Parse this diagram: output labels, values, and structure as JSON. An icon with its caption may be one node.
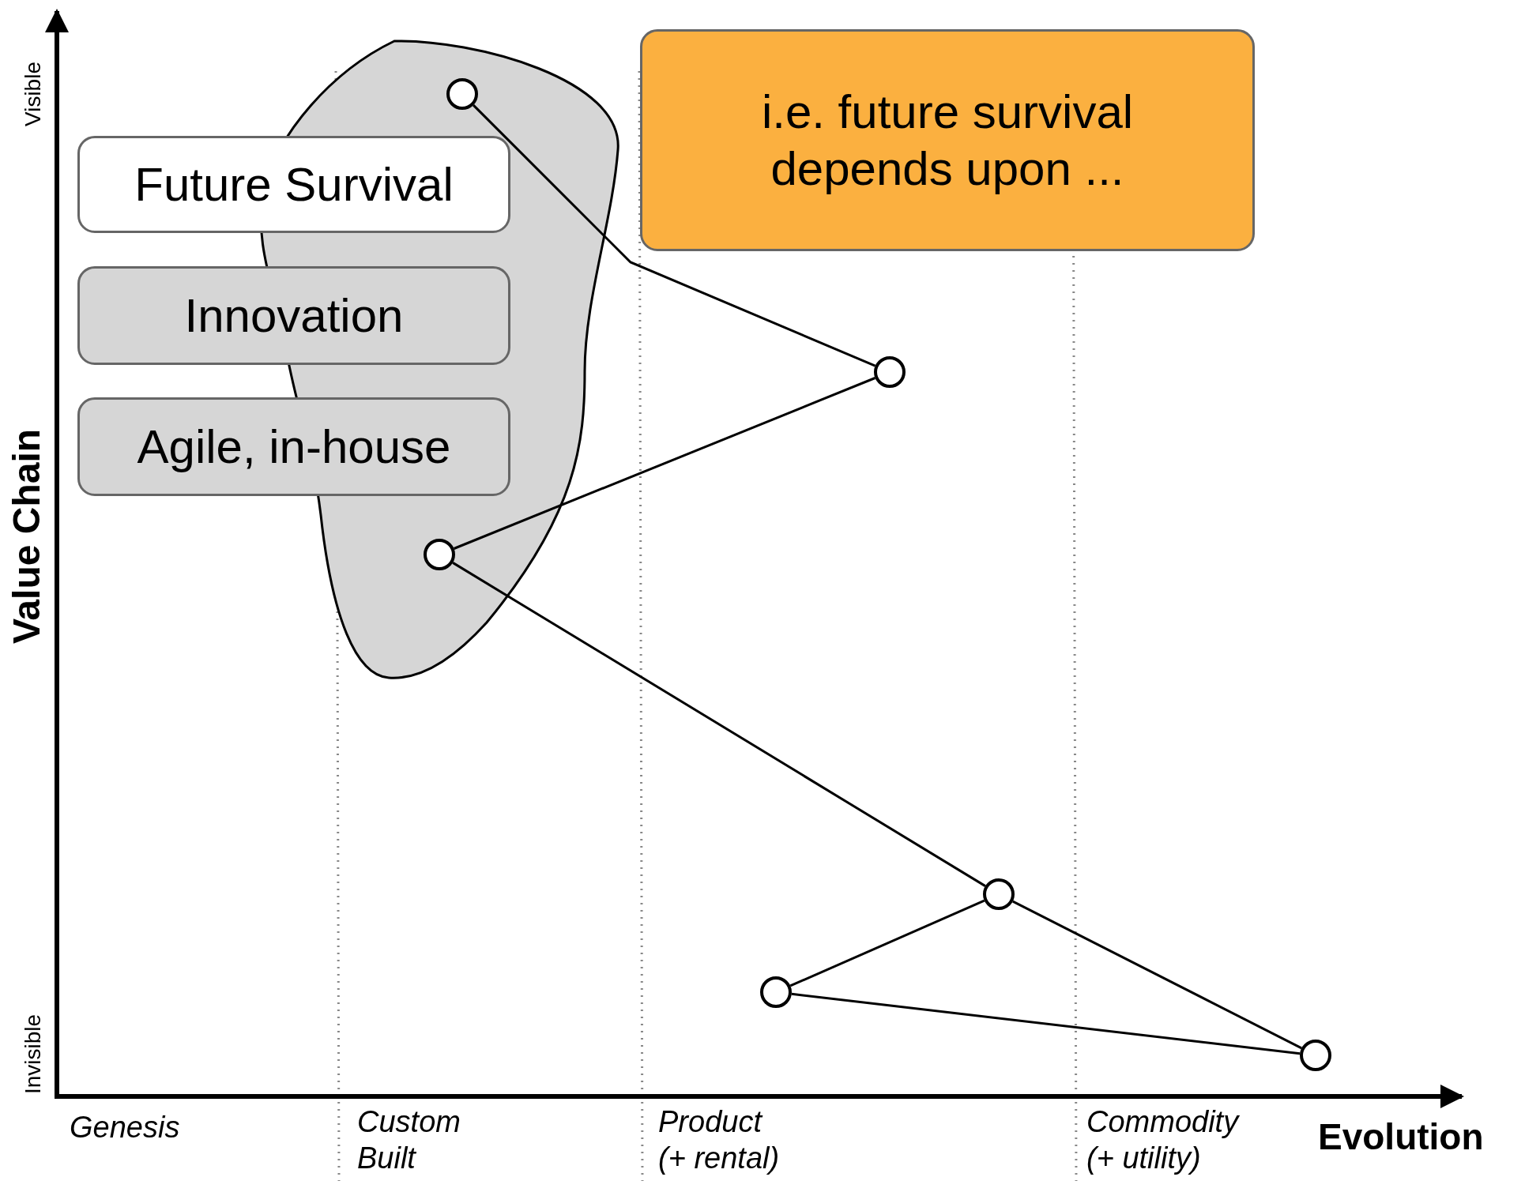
{
  "diagram": {
    "nodes": [
      {
        "text": [
          "Future Survival"
        ]
      },
      {
        "text": [
          "Innovation"
        ]
      },
      {
        "text": [
          "Agile, in-house"
        ]
      },
      {
        "text": [
          "i.e. future survival depends upon ..."
        ]
      },
      {
        "text": [],
        "shape": "circle"
      },
      {
        "text": [],
        "shape": "circle"
      },
      {
        "text": [],
        "shape": "circle"
      },
      {
        "text": [],
        "shape": "circle"
      },
      {
        "text": [],
        "shape": "circle"
      },
      {
        "text": [],
        "shape": "circle"
      }
    ],
    "edges": [
      {
        "from": 4,
        "to": 5,
        "arrow": "none"
      },
      {
        "from": 5,
        "to": 6,
        "arrow": "none"
      },
      {
        "from": 6,
        "to": 7,
        "arrow": "none"
      },
      {
        "from": 7,
        "to": 9,
        "arrow": "none"
      },
      {
        "from": 9,
        "to": 8,
        "arrow": "none"
      },
      {
        "from": 8,
        "to": 7,
        "arrow": "none"
      }
    ],
    "labels": [
      "Visible",
      "Value Chain",
      "Invisible",
      "Genesis",
      "Custom Built",
      "Product (+ rental)",
      "Commodity (+ utility)",
      "Evolution"
    ]
  }
}
